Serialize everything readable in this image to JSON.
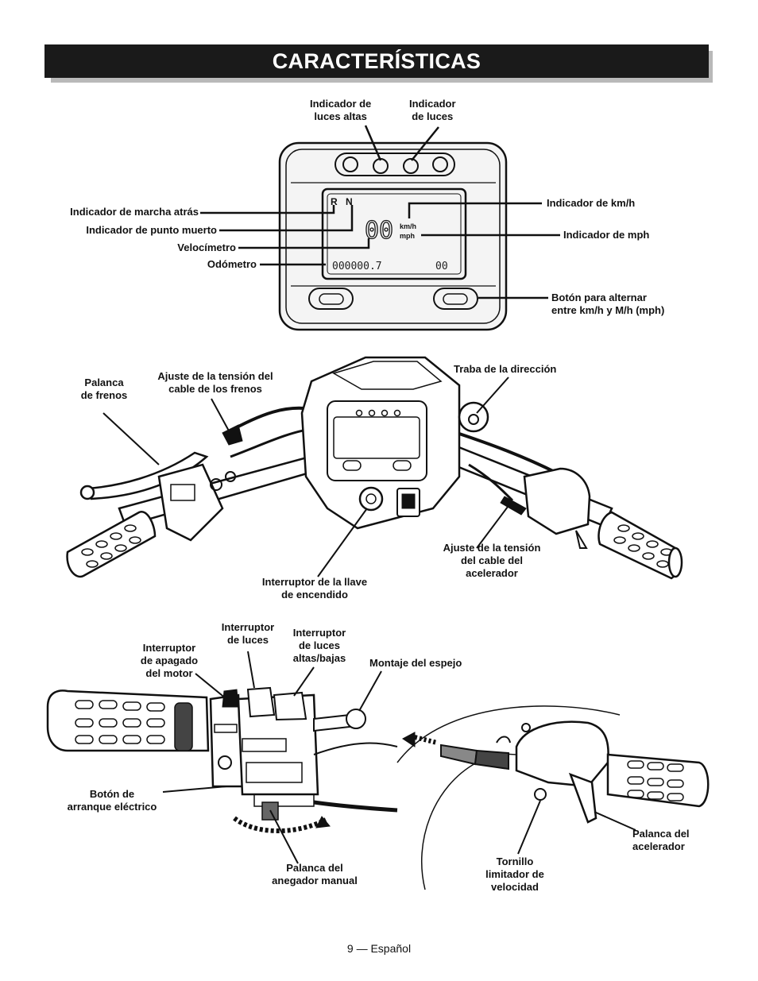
{
  "title": "CARACTERÍSTICAS",
  "display": {
    "gear_r": "R",
    "gear_n": "N",
    "speed": "00",
    "unit_kmh": "km/h",
    "unit_mph": "mph",
    "odometer": "000000.7",
    "trip": "00"
  },
  "labels": {
    "high_beam": "Indicador de\nluces altas",
    "lights_ind": "Indicador\nde luces",
    "reverse": "Indicador de marcha atrás",
    "neutral": "Indicador de punto muerto",
    "speedometer": "Velocímetro",
    "odometer": "Odómetro",
    "kmh": "Indicador de km/h",
    "mph": "Indicador de mph",
    "toggle": "Botón para alternar\nentre km/h y M/h (mph)",
    "brake_lever": "Palanca\nde frenos",
    "brake_cable": "Ajuste de la tensión del\ncable de los frenos",
    "steering_lock": "Traba de la dirección",
    "throttle_cable": "Ajuste de la tensión\ndel cable del\nacelerador",
    "ignition": "Interruptor de la llave\nde encendido",
    "kill_switch": "Interruptor\nde apagado\ndel motor",
    "light_switch": "Interruptor\nde luces",
    "hi_lo_switch": "Interruptor\nde luces\naltas/bajas",
    "mirror_mount": "Montaje del espejo",
    "starter": "Botón de\narranque eléctrico",
    "choke": "Palanca del\nanegador manual",
    "limiter_screw": "Tornillo\nlimitador de\nvelocidad",
    "throttle_lever": "Palanca del\nacelerador"
  },
  "footer": "9 — Español"
}
